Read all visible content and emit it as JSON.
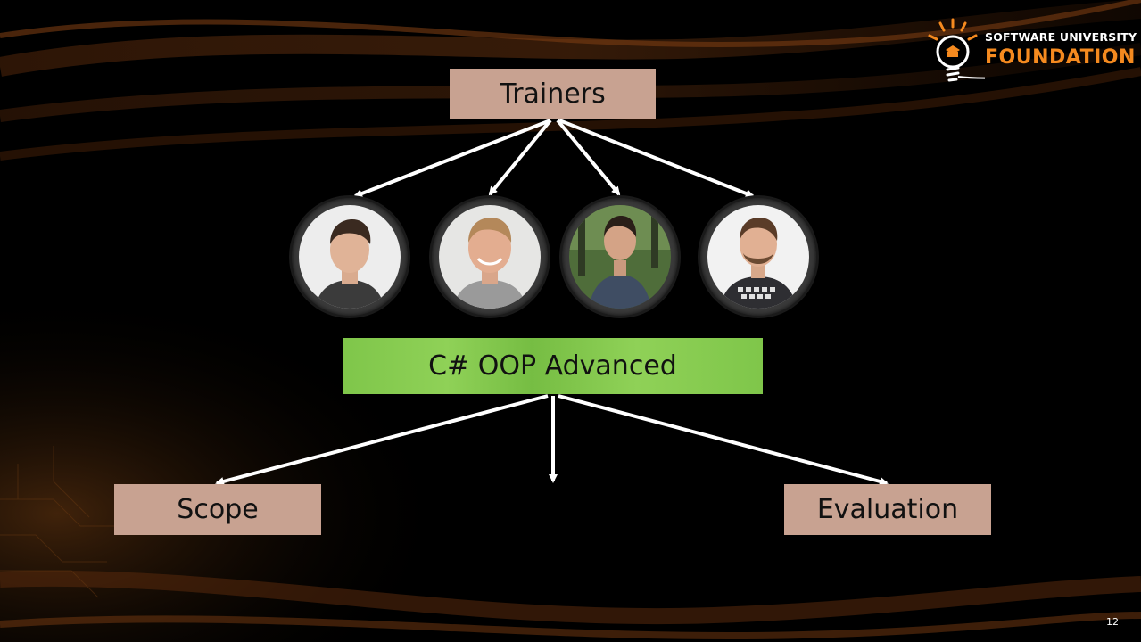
{
  "logo": {
    "line1": "SOFTWARE UNIVERSITY",
    "line2": "FOUNDATION",
    "accent_color": "#f58a1f"
  },
  "diagram": {
    "top": {
      "label": "Trainers"
    },
    "center": {
      "label": "C# OOP Advanced"
    },
    "bottom_left": {
      "label": "Scope"
    },
    "bottom_right": {
      "label": "Evaluation"
    },
    "trainer_photos": [
      {
        "icon": "person-photo-icon"
      },
      {
        "icon": "person-photo-icon"
      },
      {
        "icon": "person-photo-icon"
      },
      {
        "icon": "person-photo-icon"
      }
    ],
    "colors": {
      "box_tan": "#c8a291",
      "box_green": "#7fc64a",
      "arrow": "#ffffff"
    }
  },
  "slide": {
    "page_number": "12"
  }
}
